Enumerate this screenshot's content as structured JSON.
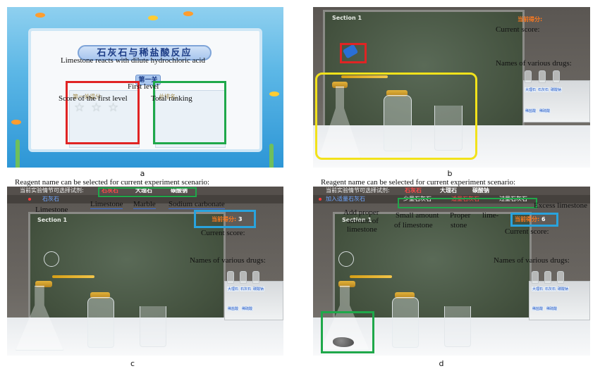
{
  "figure": {
    "captions": {
      "a": "a",
      "b": "b",
      "c": "c",
      "d": "d"
    }
  },
  "panel_a": {
    "game_title": "石灰石与稀盐酸反应",
    "level_banner": "第一关",
    "first_level_score_label": "第一关得分:",
    "total_ranking_label": "总排名:",
    "stars": [
      "☆",
      "☆",
      "☆"
    ],
    "annotations": {
      "title_translation": "Limestone reacts with dilute hydrochloric acid",
      "level_translation": "First level",
      "score_translation": "Score of the first level",
      "ranking_translation": "Total ranking"
    }
  },
  "panel_b": {
    "section_label": "Section 1",
    "score_label": "当前得分:",
    "drug_tags": [
      "大理石",
      "石灰石",
      "碳酸钠",
      "稀盐酸",
      "稀硫酸"
    ],
    "annotations": {
      "current_score": "Current score:",
      "drug_names": "Names of various drugs:"
    }
  },
  "panel_c": {
    "section_label": "Section 1",
    "reagent_prompt": "当前实验情节可选择试剂:",
    "reagents": [
      "石灰石",
      "大理石",
      "碳酸钠"
    ],
    "selected_item": "石灰石",
    "score_label": "当前得分:",
    "score_value": "3",
    "drug_tags": [
      "大理石",
      "石灰石",
      "碳酸钠",
      "稀盐酸",
      "稀硫酸"
    ],
    "annotations": {
      "reagent_prompt_translation": "Reagent name can be selected for current experiment scenario:",
      "selected_translation": "Limestone",
      "reagent_translations": [
        "Limestone",
        "Marble",
        "Sodium carbonate"
      ],
      "current_score": "Current score:",
      "drug_names": "Names of various drugs:"
    }
  },
  "panel_d": {
    "section_label": "Section 1",
    "reagent_prompt": "当前实验情节可选择试剂:",
    "reagents_top": [
      "石灰石",
      "大理石",
      "碳酸钠"
    ],
    "selected_item": "加入适量石灰石",
    "amount_options": [
      "少量石灰石",
      "适量石灰石",
      "过量石灰石"
    ],
    "score_label": "当前得分:",
    "score_value": "6",
    "drug_tags": [
      "大理石",
      "石灰石",
      "碳酸钠",
      "稀盐酸",
      "稀硫酸"
    ],
    "annotations": {
      "reagent_prompt_translation": "Reagent name can be selected for current experiment scenario:",
      "selected_translation_1": "Add proper",
      "selected_translation_2": "amount of",
      "selected_translation_3": "limestone",
      "small_translation_1": "Small amount",
      "small_translation_2": "of limestone",
      "proper_translation_1": "Proper",
      "proper_translation_2": "lime-",
      "proper_translation_3": "stone",
      "excess_translation": "Excess limestone",
      "current_score": "Current score:",
      "drug_names": "Names of various drugs:"
    }
  },
  "colors": {
    "red_box": "#e02424",
    "green_box": "#1fa84a",
    "yellow_box": "#f2e21b",
    "blue_box": "#29a3dd",
    "score_label": "#ff7a1f"
  }
}
